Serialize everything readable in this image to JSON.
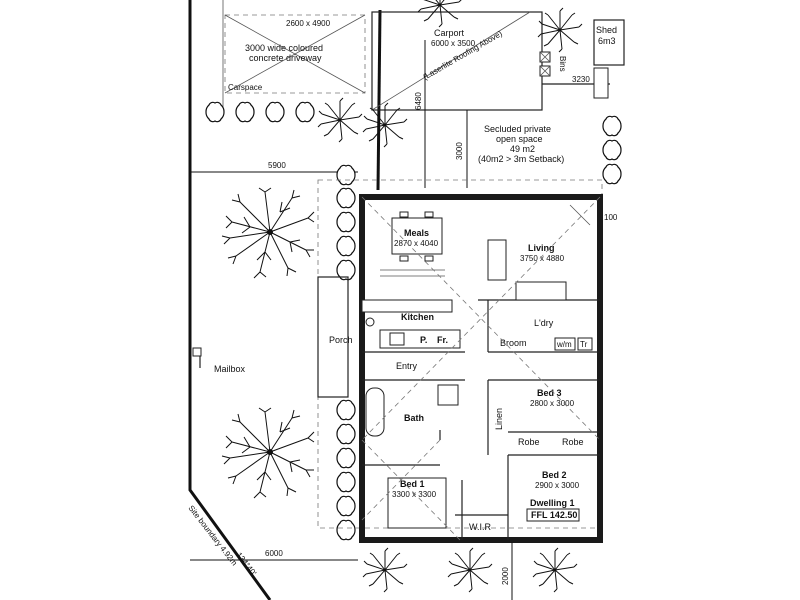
{
  "labels": {
    "carport_size_top": "2600 x 4900",
    "driveway": "3000 wide coloured",
    "driveway2": "concrete driveway",
    "carspace": "Carspace",
    "carport": "Carport",
    "carport_size": "6000 x 3500",
    "roofing": "(Laserlite Roofing Above)",
    "bins": "Bins",
    "shed": "Shed",
    "shed_size": "6m3",
    "dim_3230": "3230",
    "dim_6480": "6480",
    "dim_3000": "3000",
    "private_space1": "Secluded private",
    "private_space2": "open space",
    "private_space3": "49 m2",
    "private_space4": "(40m2 > 3m Setback)",
    "dim_5900": "5900",
    "dim_100": "100",
    "meals": "Meals",
    "meals_size": "2870 x 4040",
    "living": "Living",
    "living_size": "3750 x 4880",
    "kitchen": "Kitchen",
    "ldry": "L'dry",
    "porch": "Porch",
    "p": "P.",
    "fr": "Fr.",
    "broom": "Broom",
    "wm": "w/m",
    "tr": "Tr",
    "mailbox": "Mailbox",
    "entry": "Entry",
    "bath": "Bath",
    "bed3": "Bed 3",
    "bed3_size": "2800 x 3000",
    "linen": "Linen",
    "robe1": "Robe",
    "robe2": "Robe",
    "bed2": "Bed 2",
    "bed2_size": "2900 x 3000",
    "bed1": "Bed 1",
    "bed1_size": "3300 x 3300",
    "dwelling": "Dwelling 1",
    "ffl": "FFL 142.50",
    "wir": "W.I.R",
    "site_boundary": "Site boundary 4.92m",
    "bearing": "134°40'",
    "dim_6000": "6000",
    "dim_2000": "2000"
  }
}
